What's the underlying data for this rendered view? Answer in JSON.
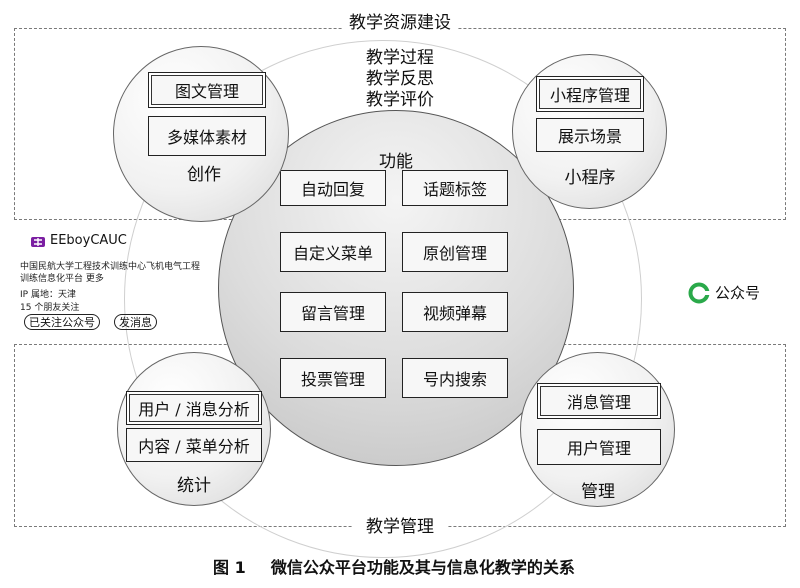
{
  "top_section": {
    "title": "教学资源建设",
    "process_lines": [
      "教学过程",
      "教学反思",
      "教学评价"
    ]
  },
  "bottom_section": {
    "title": "教学管理"
  },
  "center": {
    "title": "功能",
    "items": [
      "自动回复",
      "话题标签",
      "自定义菜单",
      "原创管理",
      "留言管理",
      "视频弹幕",
      "投票管理",
      "号内搜索"
    ]
  },
  "creation": {
    "label": "创作",
    "items": [
      "图文管理",
      "多媒体素材"
    ]
  },
  "mini_program": {
    "label": "小程序",
    "items": [
      "小程序管理",
      "展示场景"
    ]
  },
  "statistics": {
    "label": "统计",
    "items": [
      "用户 / 消息分析",
      "内容 / 菜单分析"
    ]
  },
  "management": {
    "label": "管理",
    "items": [
      "消息管理",
      "用户管理"
    ]
  },
  "account_card": {
    "name": "EEboyCAUC",
    "description_line1": "中国民航大学工程技术训练中心飞机电气工程",
    "description_line2": "训练信息化平台",
    "more": "更多",
    "ip": "IP 属地：天津",
    "friends": "15 个朋友关注",
    "followed_button": "已关注公众号",
    "message_button": "发消息"
  },
  "wechat_official": {
    "label": "公众号",
    "icon": "wechat-official-account-icon",
    "color": "#2aa94a"
  },
  "caption": {
    "figure_no": "图 1",
    "text": "微信公众平台功能及其与信息化教学的关系"
  }
}
